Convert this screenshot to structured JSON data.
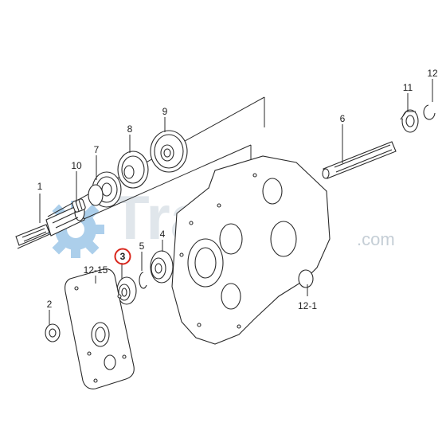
{
  "colors": {
    "line": "#2a2a2a",
    "highlight": "#d9261c",
    "watermark": "#c7d3dc",
    "watermark_gear": "#6aa8dc"
  },
  "watermark": {
    "brand": "Traktor",
    "domain": ".com"
  },
  "callouts": [
    {
      "id": "1",
      "text": "1"
    },
    {
      "id": "2",
      "text": "2"
    },
    {
      "id": "3",
      "text": "3",
      "highlighted": true
    },
    {
      "id": "4",
      "text": "4"
    },
    {
      "id": "5",
      "text": "5"
    },
    {
      "id": "6",
      "text": "6"
    },
    {
      "id": "7",
      "text": "7"
    },
    {
      "id": "8",
      "text": "8"
    },
    {
      "id": "9",
      "text": "9"
    },
    {
      "id": "10",
      "text": "10"
    },
    {
      "id": "11",
      "text": "11"
    },
    {
      "id": "12",
      "text": "12"
    },
    {
      "id": "12-1",
      "text": "12-1"
    },
    {
      "id": "12-15",
      "text": "12-15"
    }
  ]
}
